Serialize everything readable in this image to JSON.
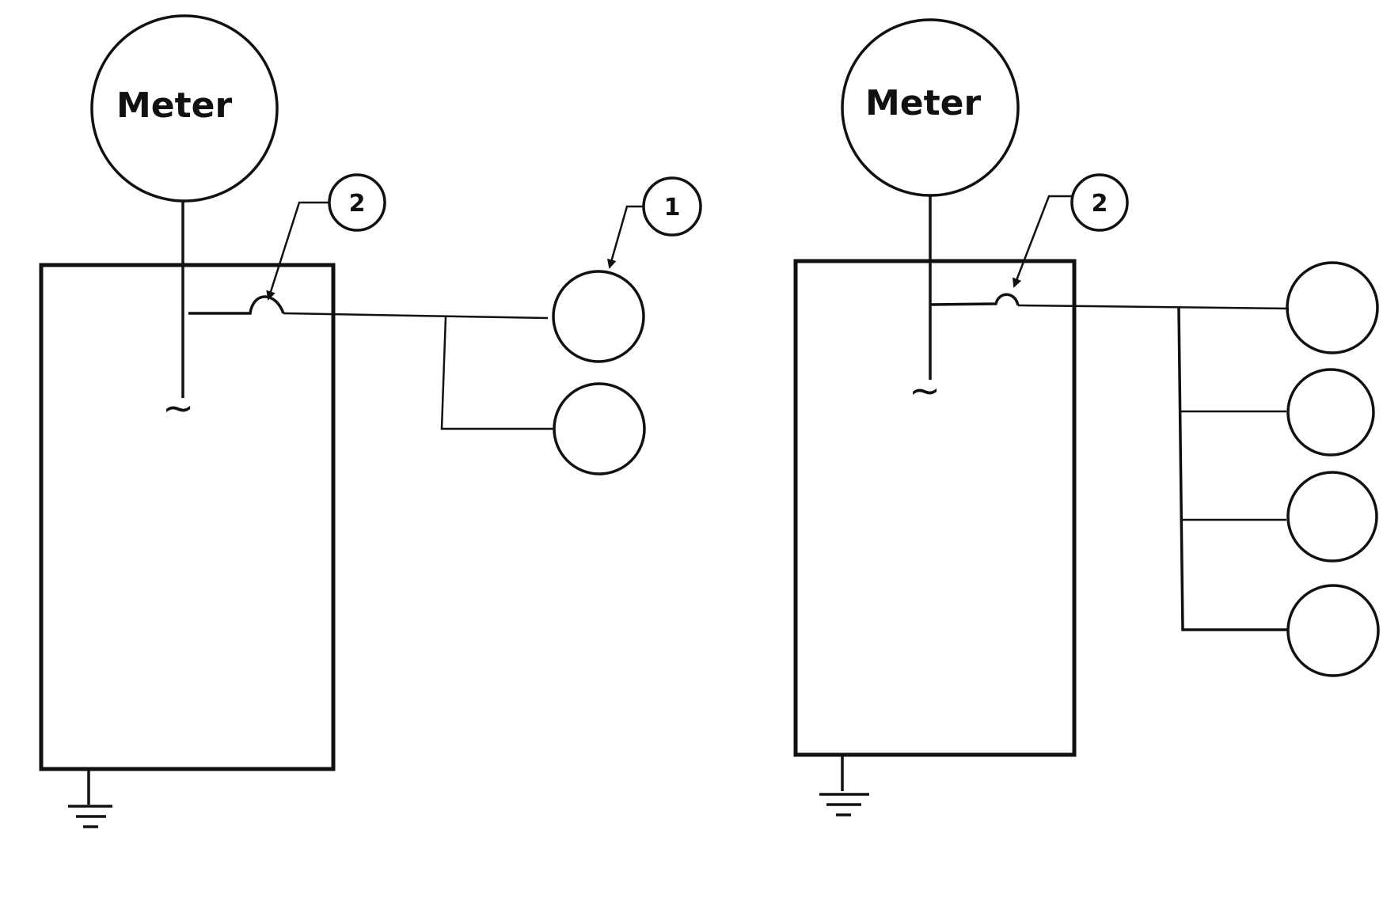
{
  "left_diagram": {
    "meter_label": "Meter",
    "ac_symbol": "~",
    "callouts": [
      {
        "label": "2"
      },
      {
        "label": "1"
      }
    ],
    "load_count": 2
  },
  "right_diagram": {
    "meter_label": "Meter",
    "ac_symbol": "~",
    "callouts": [
      {
        "label": "2"
      }
    ],
    "load_count": 4
  },
  "colors": {
    "line": "#111111",
    "background": "#ffffff"
  },
  "icons": {
    "ground": "ground-symbol-icon",
    "breaker": "breaker-arc-icon",
    "ac_source": "ac-source-icon"
  }
}
